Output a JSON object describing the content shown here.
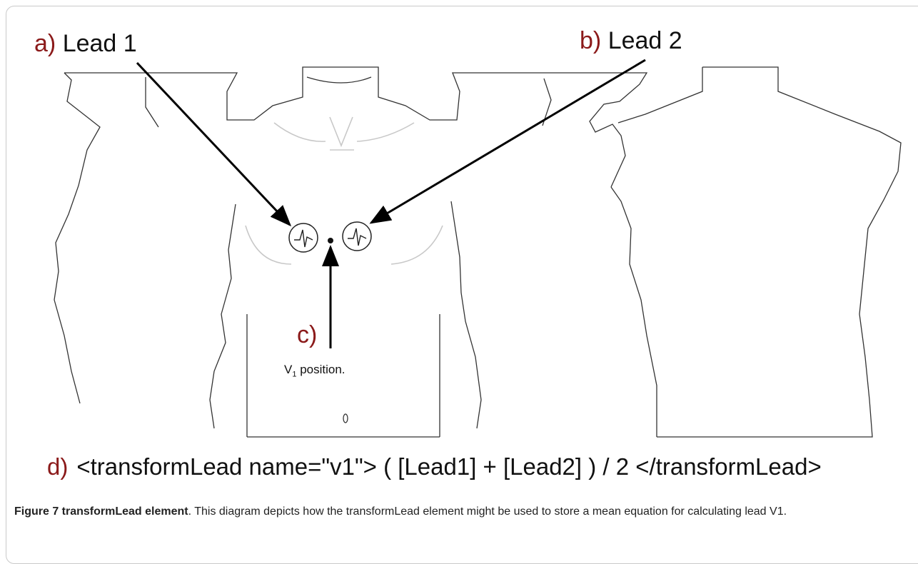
{
  "labels": {
    "a_letter": "a)",
    "a_text": "Lead 1",
    "b_letter": "b)",
    "b_text": "Lead 2",
    "c_letter": "c)",
    "v1_main": "V",
    "v1_sub": "1",
    "v1_rest": " position."
  },
  "equation": {
    "letter": "d)",
    "text": "<transformLead name=\"v1\"> ( [Lead1] + [Lead2] ) / 2 </transformLead>"
  },
  "caption": {
    "title": "Figure 7 transformLead element",
    "body": ". This diagram depicts how the transformLead element might be used to store a mean equation for calculating lead V1."
  },
  "colors": {
    "label_letter": "#8b1a1a",
    "outline": "#333333",
    "faint_outline": "#c8c8c8",
    "arrow": "#000000"
  },
  "icons": {
    "electrode": "ecg-electrode-icon"
  }
}
